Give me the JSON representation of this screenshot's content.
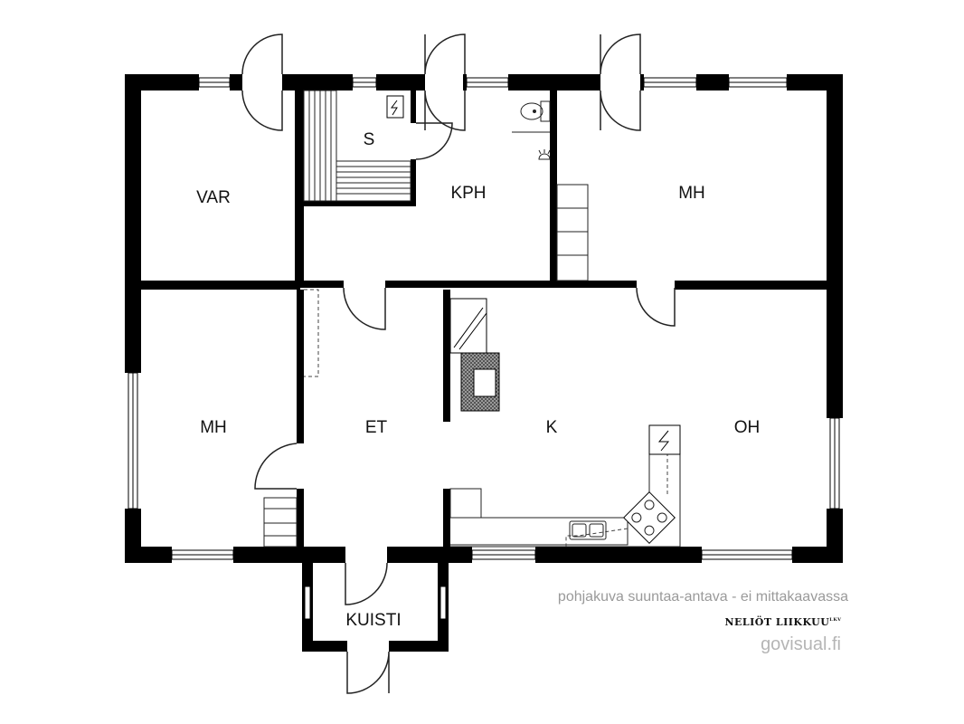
{
  "rooms": {
    "var": "VAR",
    "s": "S",
    "kph": "KPH",
    "mh_top": "MH",
    "mh_left": "MH",
    "et": "ET",
    "k": "K",
    "oh": "OH",
    "kuisti": "KUISTI"
  },
  "footer": {
    "disclaimer": "pohjakuva suuntaa-antava - ei mittakaavassa",
    "brand": "NELIÖT LIIKKUU",
    "brand_mark": "LKV",
    "site": "govisual.fi"
  },
  "colors": {
    "wall": "#000000",
    "background": "#ffffff",
    "fireplace_fill": "#7a7a7a"
  }
}
